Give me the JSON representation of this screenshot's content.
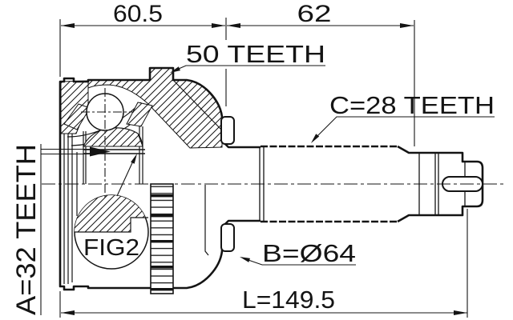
{
  "figure": {
    "type": "technical-drawing",
    "subject": "cv-joint-cross-section",
    "dimensions": {
      "top_left_width": "60.5",
      "top_right_width": "62",
      "overall_length": "L=149.5"
    },
    "labels": {
      "ring_teeth": "50 TEETH",
      "shaft_spline_teeth": "C=28 TEETH",
      "inner_spline_teeth": "A=32 TEETH",
      "body_diameter": "B=Ø64",
      "detail_reference": "FIG2"
    },
    "colors": {
      "line": "#141414",
      "background": "#ffffff"
    }
  }
}
